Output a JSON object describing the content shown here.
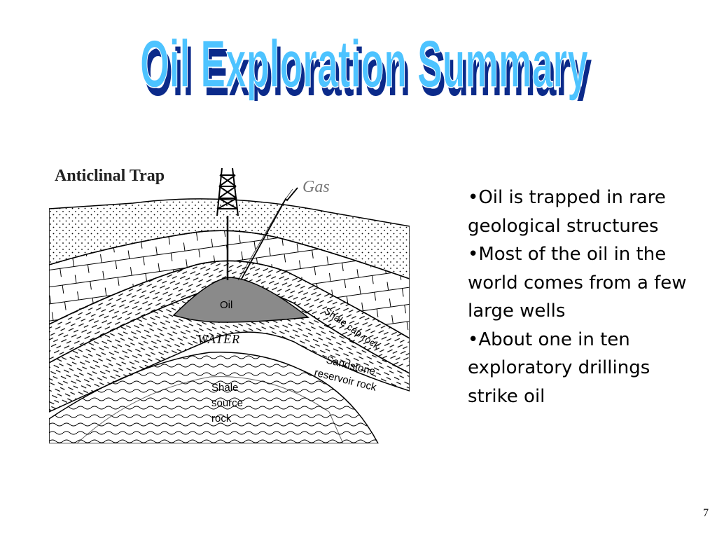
{
  "slide": {
    "title": "Oil Exploration Summary",
    "page_number": "7"
  },
  "diagram": {
    "heading": "Anticlinal Trap",
    "labels": {
      "gas": "Gas",
      "oil": "Oil",
      "water": "WATER",
      "cap_rock": "Shale cap rock",
      "reservoir_1": "Sandstone",
      "reservoir_2": "reservoir rock",
      "source_1": "Shale",
      "source_2": "source",
      "source_3": "rock"
    }
  },
  "bullets": [
    "Oil is trapped in rare geological structures",
    "Most of the oil in the world comes from a few large wells",
    "About one in ten exploratory drillings strike oil"
  ],
  "colors": {
    "title_fill": "#4dc3ff",
    "title_shadow": "#0b2a8a",
    "title_outline": "#ffffff"
  }
}
